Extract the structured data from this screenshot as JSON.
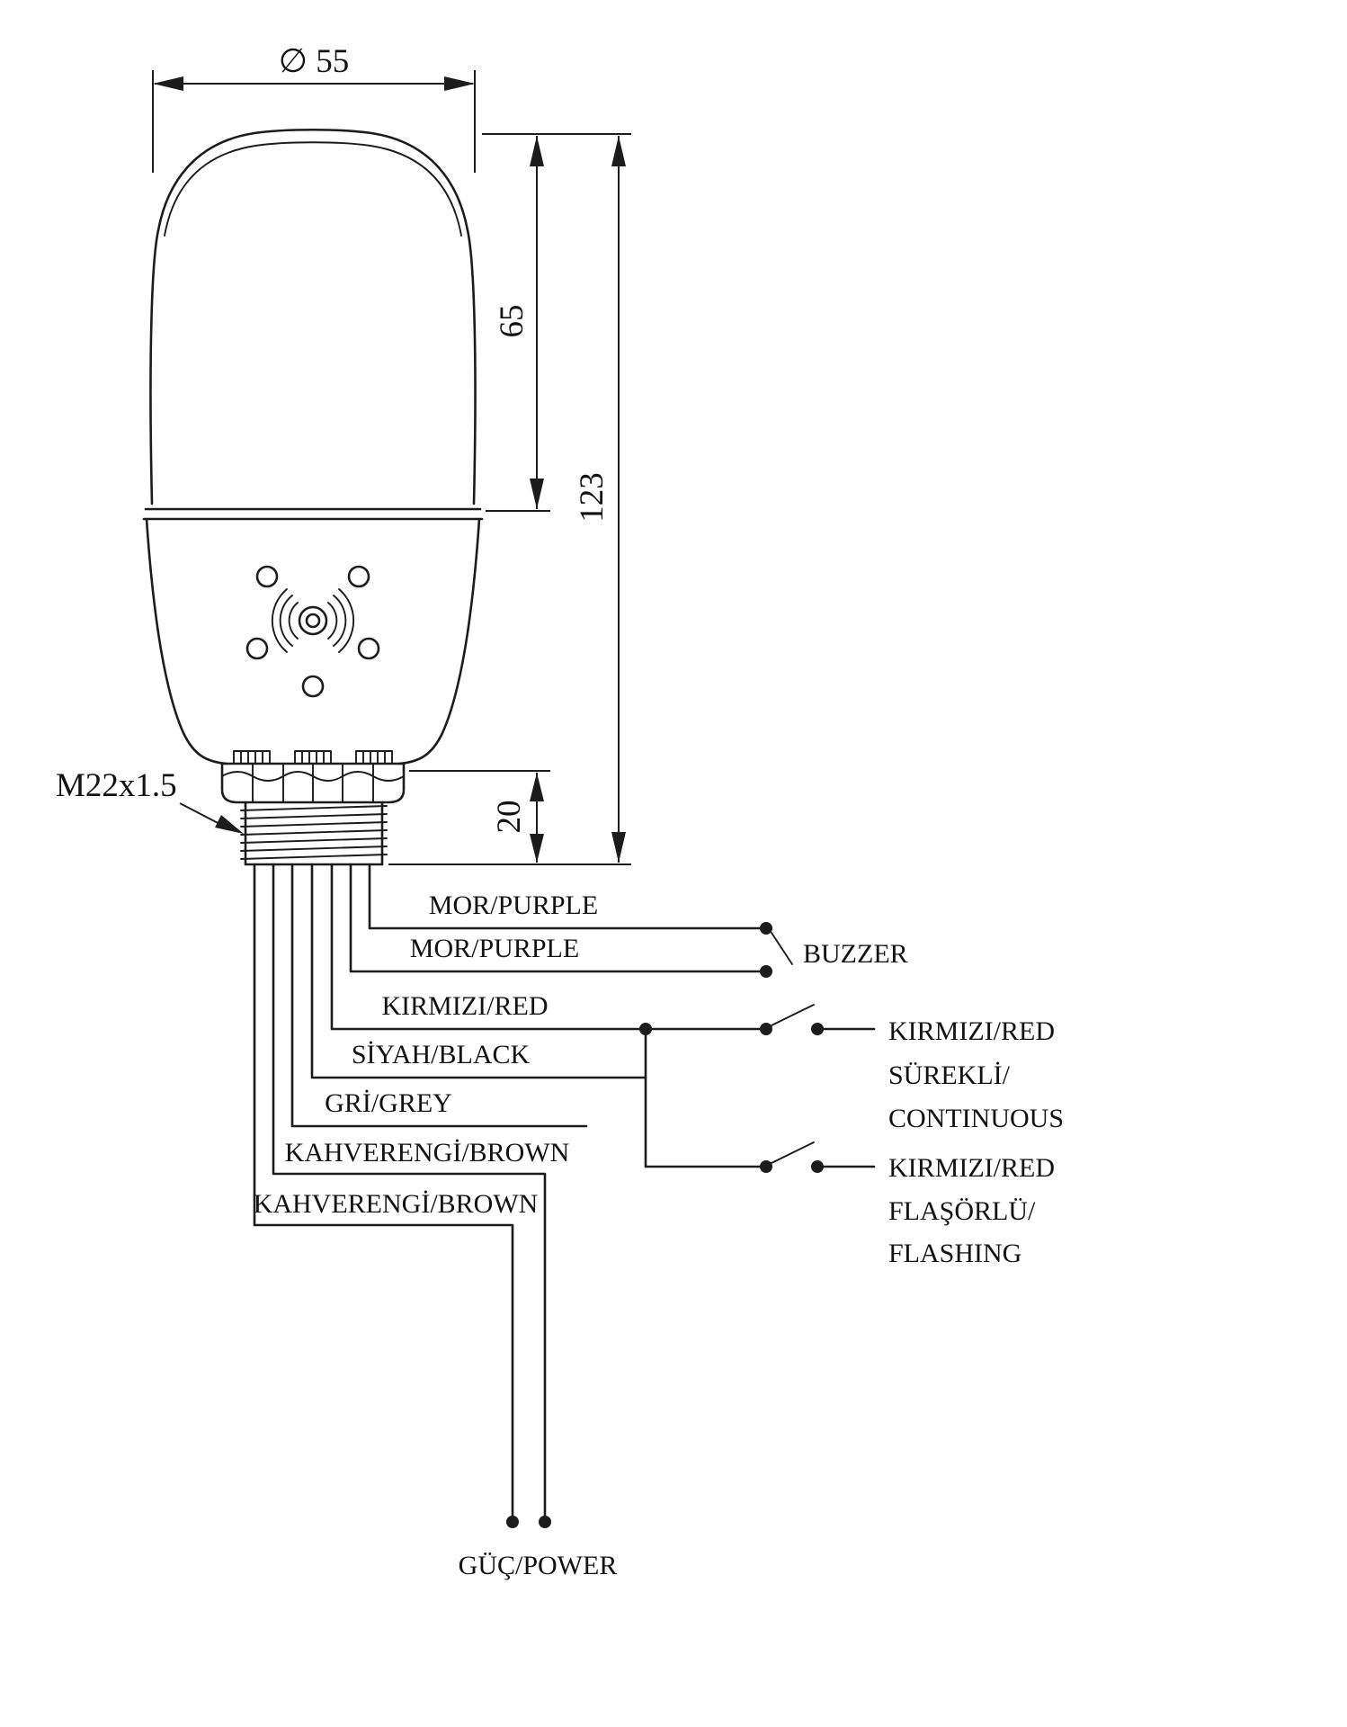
{
  "drawing": {
    "dim_diameter": "∅ 55",
    "dim_lens_height": "65",
    "dim_total_height": "123",
    "dim_thread_height": "20",
    "thread_spec": "M22x1.5"
  },
  "wires": {
    "purple_1": "MOR/PURPLE",
    "purple_2": "MOR/PURPLE",
    "red": "KIRMIZI/RED",
    "black": "SİYAH/BLACK",
    "grey": "GRİ/GREY",
    "brown_1": "KAHVERENGİ/BROWN",
    "brown_2": "KAHVERENGİ/BROWN"
  },
  "circuit": {
    "buzzer": "BUZZER",
    "continuous_line1": "KIRMIZI/RED",
    "continuous_line2": "SÜREKLİ/",
    "continuous_line3": "CONTINUOUS",
    "flashing_line1": "KIRMIZI/RED",
    "flashing_line2": "FLAŞÖRLÜ/",
    "flashing_line3": "FLASHING",
    "power": "GÜÇ/POWER"
  },
  "colors": {
    "line": "#1c1c1c",
    "background": "#ffffff"
  }
}
